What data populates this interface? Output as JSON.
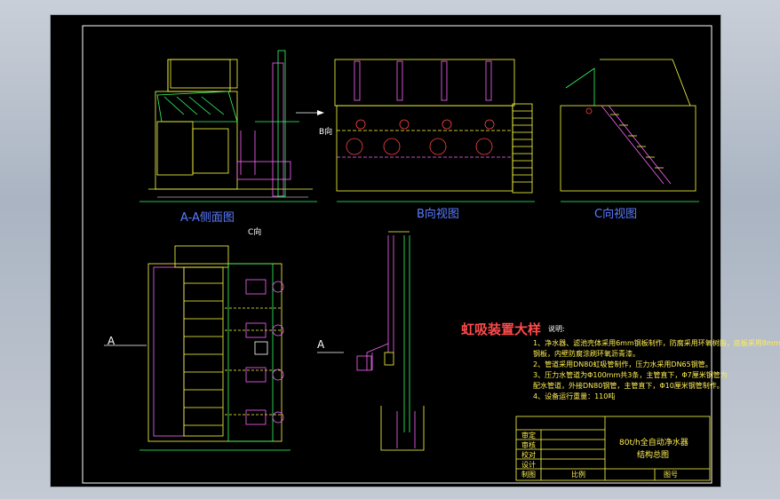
{
  "views": {
    "aa_section": "A-A侧面图",
    "b_view": "B向视图",
    "c_view": "C向视图"
  },
  "direction_marks": {
    "b": "B向",
    "c": "C向",
    "a_left": "A",
    "a_right": "A"
  },
  "siphon_title": "虹吸装置大样",
  "notes": {
    "header": "说明:",
    "lines": [
      "1、净水器、滤池壳体采用6mm钢板制作，防腐采用环氧树脂，底板采用8mm",
      "钢板，内壁防腐涂刷环氧沥青漆。",
      "2、管道采用DN80虹吸管制作，压力水采用DN65钢管。",
      "3、压力水管道为Φ100mm共3条，主管直下，Φ7厘米钢管为",
      "配水管道，外接DN80钢管，主管直下，Φ10厘米钢管制作。",
      "4、设备运行重量：110吨"
    ]
  },
  "title_block": {
    "drawing_title_1": "80t/h全自动净水器",
    "drawing_title_2": "结构总图",
    "rows": [
      "审定",
      "审核",
      "校对",
      "设计",
      "制图"
    ],
    "scale_label": "比例",
    "drawing_no_label": "图号"
  }
}
